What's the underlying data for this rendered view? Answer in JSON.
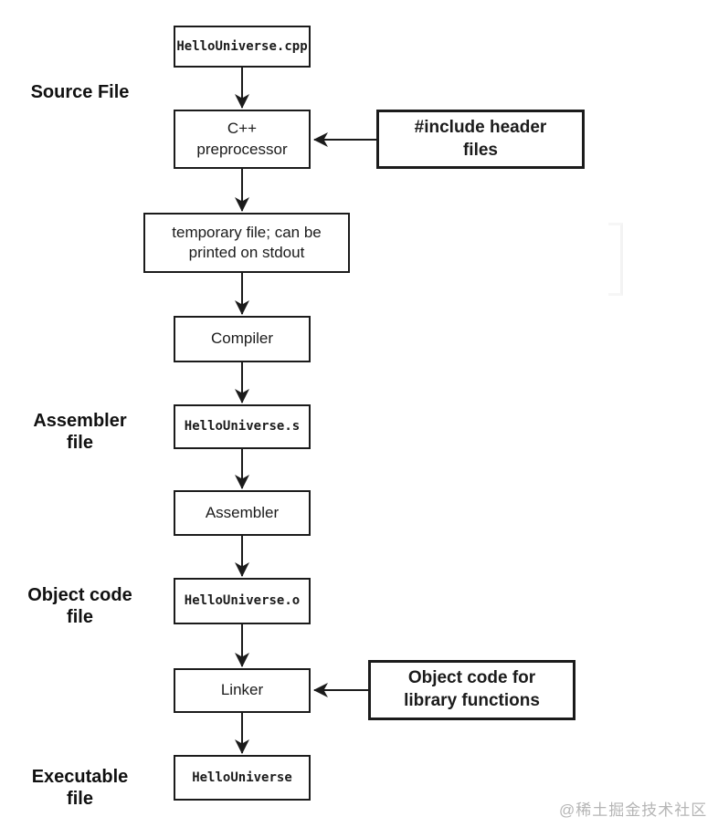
{
  "colors": {
    "ink": "#1b1b1b",
    "background": "#ffffff",
    "watermark_gray": "#b5b5b5"
  },
  "stage_labels": {
    "source_file": "Source File",
    "assembler_file": "Assembler\nfile",
    "object_code_file": "Object code\nfile",
    "executable_file": "Executable\nfile"
  },
  "nodes": {
    "cpp_file": "HelloUniverse.cpp",
    "preprocessor": "C++\npreprocessor",
    "temp_file": "temporary file; can be\nprinted on stdout",
    "compiler": "Compiler",
    "asm_file": "HelloUniverse.s",
    "assembler": "Assembler",
    "obj_file": "HelloUniverse.o",
    "linker": "Linker",
    "exe_file": "HelloUniverse"
  },
  "callouts": {
    "include_headers": "#include header\nfiles",
    "object_lib": "Object code for\nlibrary functions"
  },
  "watermark": "@稀土掘金技术社区"
}
